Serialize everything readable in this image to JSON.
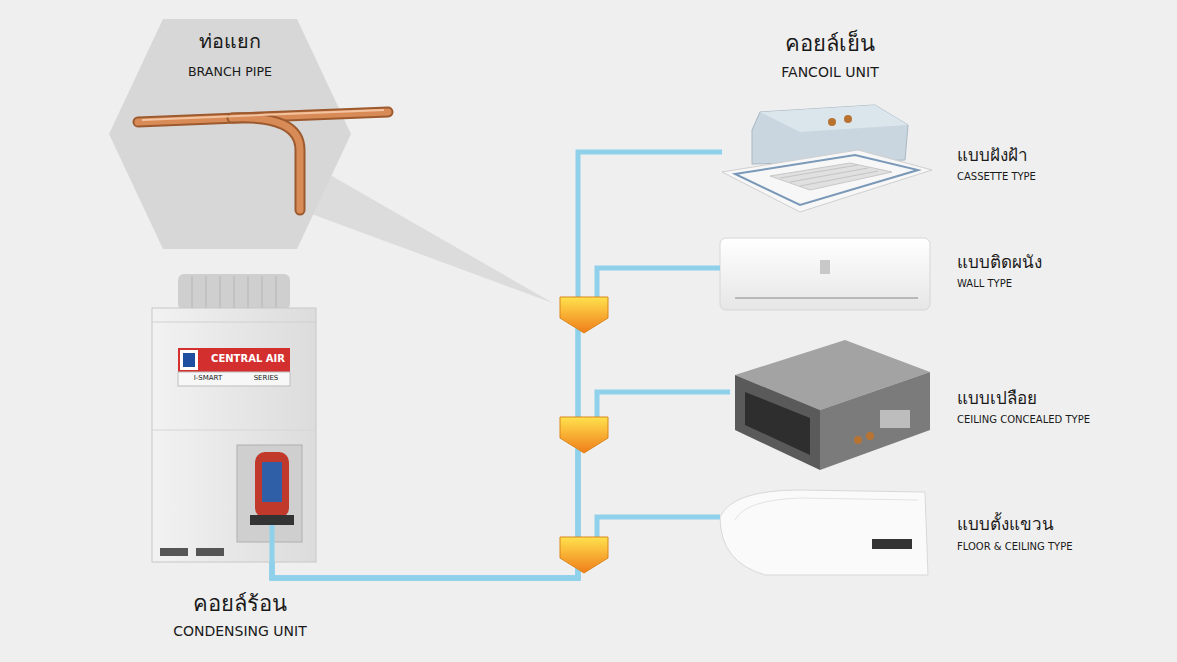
{
  "diagram": {
    "nodes": [
      {
        "text": [
          "ท่อแยก",
          "BRANCH PIPE"
        ]
      },
      {
        "text": [
          "แบบฝังฝ้า",
          "CASSETTE TYPE"
        ]
      },
      {
        "text": [
          "แบบติดผนัง",
          "WALL TYPE"
        ]
      },
      {
        "text": [
          "แบบเปลือย",
          "CEILING CONCEALED TYPE"
        ]
      },
      {
        "text": [
          "แบบตั้งแขวน",
          "FLOOR & CEILING TYPE"
        ]
      },
      {
        "text": [
          "คอยล์ร้อน",
          "CONDENSING UNIT"
        ]
      }
    ],
    "edges": [
      {
        "from": 5,
        "to": 1,
        "arrow": "none"
      },
      {
        "from": 5,
        "to": 2,
        "arrow": "none"
      },
      {
        "from": 5,
        "to": 3,
        "arrow": "none"
      },
      {
        "from": 5,
        "to": 4,
        "arrow": "none"
      }
    ],
    "labels": [
      "คอยล์เย็น",
      "FANCOIL UNIT",
      "CENTRAL AIR",
      "I-SMART",
      "SERIES"
    ]
  }
}
